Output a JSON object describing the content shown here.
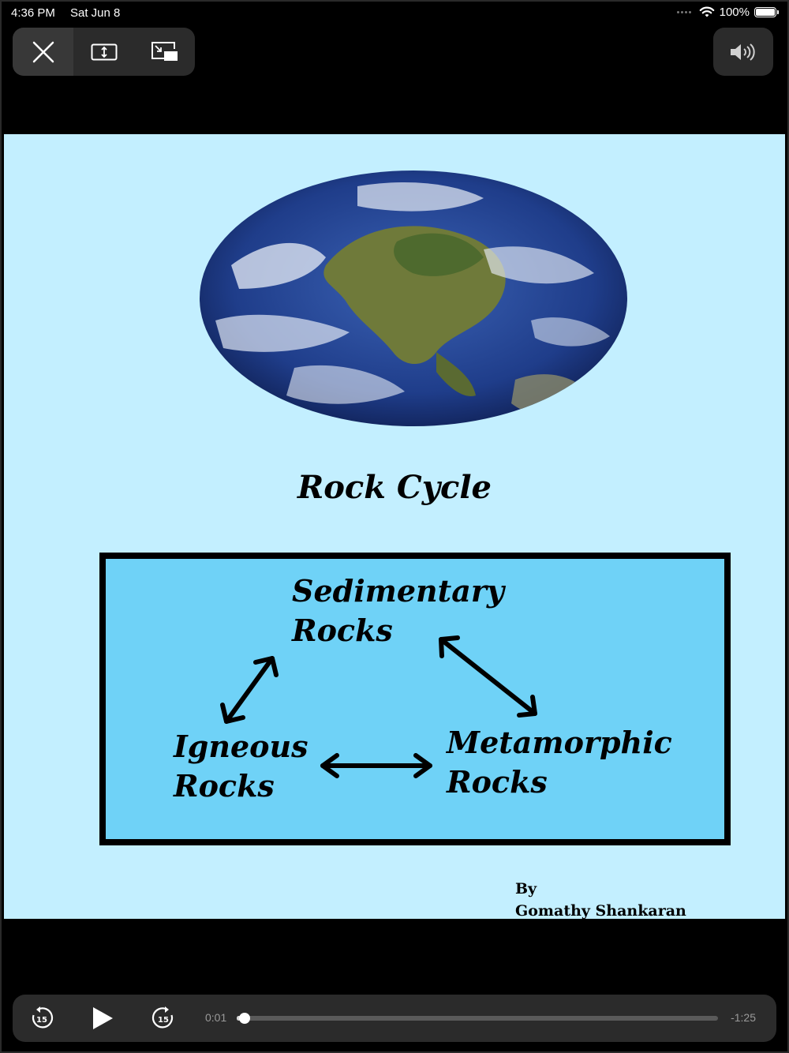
{
  "status_bar": {
    "time": "4:36 PM",
    "date": "Sat Jun 8",
    "battery": "100%"
  },
  "top_controls": {
    "close": "close-icon",
    "fit": "aspect-fit-icon",
    "pip": "picture-in-picture-icon",
    "volume": "speaker-volume-icon"
  },
  "slide": {
    "title": "Rock Cycle",
    "sedimentary": [
      "Sedimentary",
      "Rocks"
    ],
    "igneous": [
      "Igneous",
      "Rocks"
    ],
    "metamorphic": [
      "Metamorphic",
      "Rocks"
    ],
    "byline": [
      "By",
      "Gomathy Shankaran"
    ]
  },
  "playback": {
    "rewind_label": "15",
    "forward_label": "15",
    "current_time": "0:01",
    "remaining_time": "-1:25",
    "progress": 0.008
  },
  "colors": {
    "slide_bg": "#c3efff",
    "box_bg": "#6fd2f7",
    "bar_bg": "#2b2b2b"
  }
}
